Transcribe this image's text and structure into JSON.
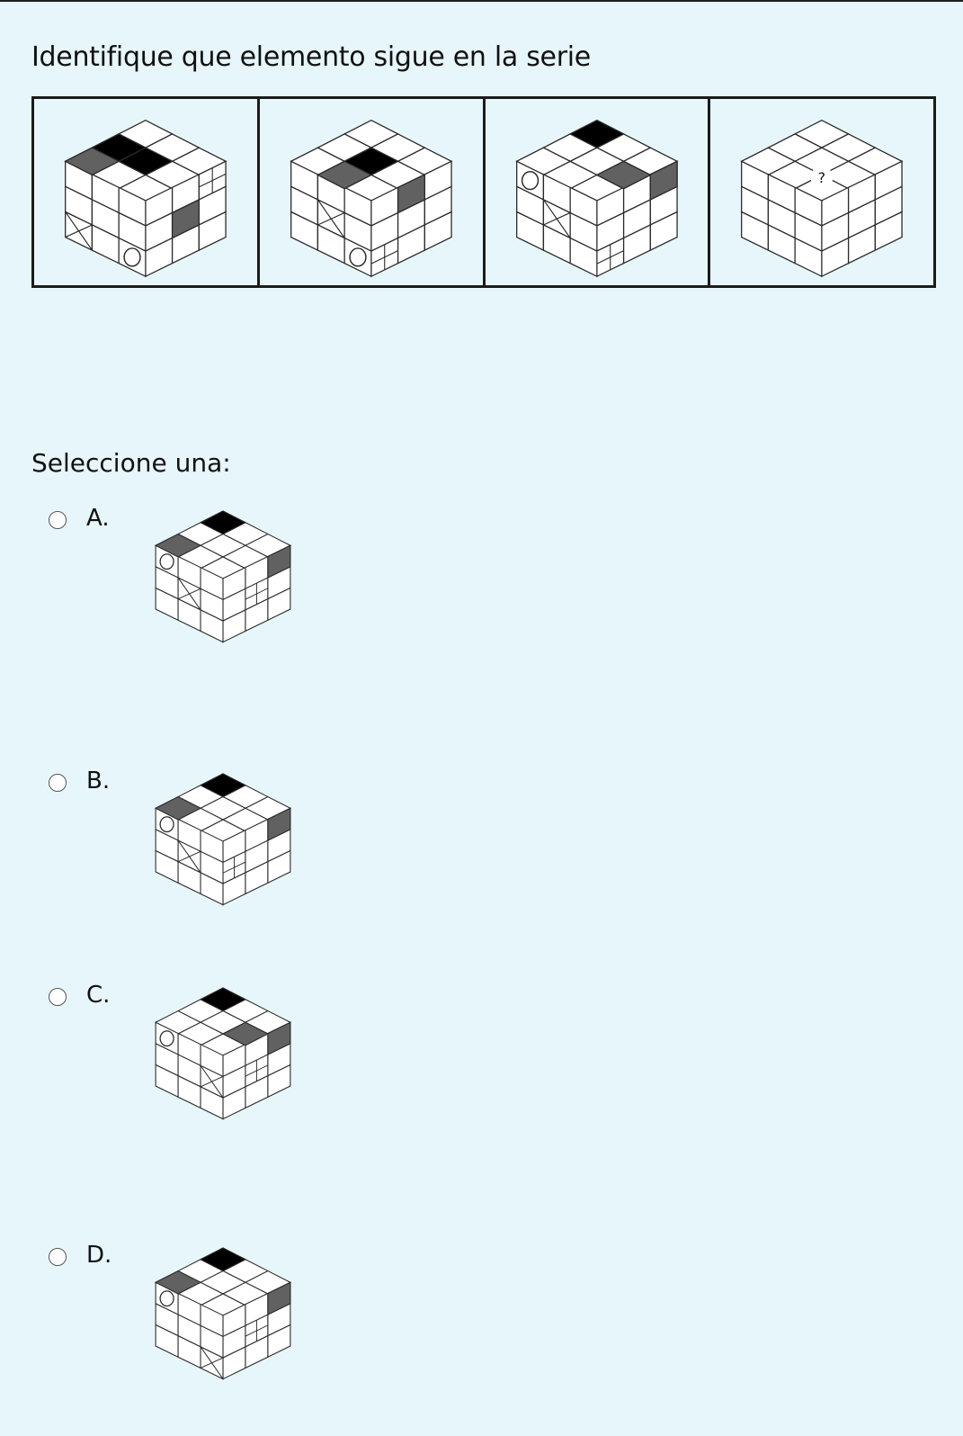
{
  "question": {
    "text": "Identifique que elemento sigue en la serie",
    "missing_mark": "?"
  },
  "series": [
    {
      "name": "figure-1",
      "black_top": [
        "top-1-1",
        "top-0-1"
      ],
      "gray_top": [
        "top-0-2"
      ],
      "right_marks": [
        "gray-1-1",
        "plus-0-2"
      ],
      "left_marks": [
        "x-2-0",
        "circle-2-2"
      ]
    },
    {
      "name": "figure-2",
      "black_top": [
        "top-1-1"
      ],
      "gray_top": [
        "top-1-2"
      ],
      "right_marks": [
        "gray-0-1",
        "plus-2-0"
      ],
      "left_marks": [
        "x-1-1",
        "circle-2-2"
      ]
    },
    {
      "name": "figure-3",
      "black_top": [
        "top-0-0"
      ],
      "gray_top": [
        "top-2-1"
      ],
      "right_marks": [
        "gray-0-2",
        "plus-2-0"
      ],
      "left_marks": [
        "x-1-1",
        "circle-0-0"
      ]
    },
    {
      "name": "figure-4",
      "black_top": [],
      "gray_top": [],
      "right_marks": [],
      "left_marks": [],
      "question_mark": true
    }
  ],
  "prompt": {
    "select_label": "Seleccione una:"
  },
  "options": [
    {
      "letter": "A.",
      "black_top": [
        "top-0-0"
      ],
      "gray_top": [
        "top-0-2"
      ],
      "right_marks": [
        "gray-0-2",
        "plus-1-1"
      ],
      "left_marks": [
        "circle-0-0",
        "x-1-1"
      ]
    },
    {
      "letter": "B.",
      "black_top": [
        "top-0-0"
      ],
      "gray_top": [
        "top-0-2"
      ],
      "right_marks": [
        "gray-0-2",
        "plus-1-0"
      ],
      "left_marks": [
        "circle-0-0",
        "x-1-1"
      ]
    },
    {
      "letter": "C.",
      "black_top": [
        "top-0-0"
      ],
      "gray_top": [
        "top-2-1"
      ],
      "right_marks": [
        "gray-0-2",
        "plus-1-1"
      ],
      "left_marks": [
        "circle-0-0",
        "x-1-2"
      ]
    },
    {
      "letter": "D.",
      "black_top": [
        "top-0-0"
      ],
      "gray_top": [
        "top-0-2"
      ],
      "right_marks": [
        "gray-0-2",
        "plus-1-1"
      ],
      "left_marks": [
        "circle-0-0",
        "x-2-2"
      ]
    }
  ],
  "colors": {
    "background": "#e7f6fb",
    "black_square": "#000000",
    "gray_square": "#616161",
    "cube_face": "#ffffff",
    "line": "#2a2a2a"
  },
  "icons": {
    "circle": "circle-mark-icon",
    "cross": "x-mark-icon",
    "plus": "plus-mark-icon",
    "radio": "radio-button-icon"
  }
}
